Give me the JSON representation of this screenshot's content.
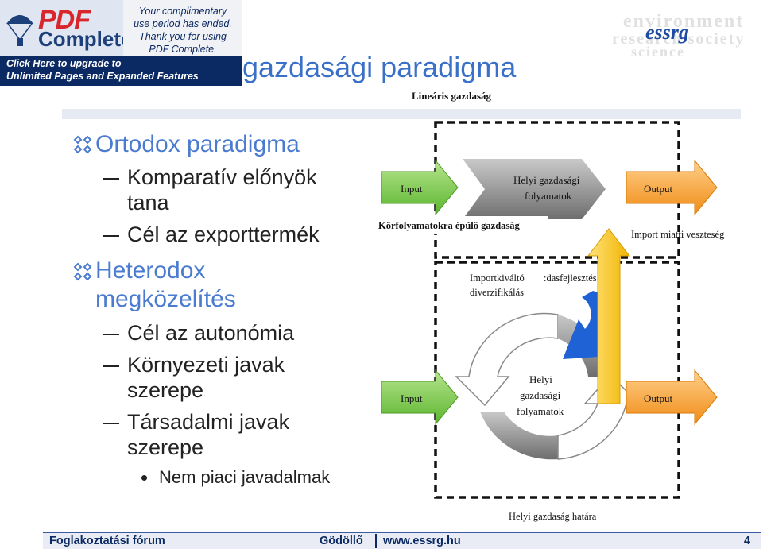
{
  "banner": {
    "logo_pdf": "PDF",
    "logo_complete": "Complete",
    "promo_line1": "Your complimentary",
    "promo_line2": "use period has ended.",
    "promo_line3": "Thank you for using",
    "promo_line4": "PDF Complete.",
    "upgrade_line1": "Click Here to upgrade to",
    "upgrade_line2": "Unlimited Pages and Expanded Features"
  },
  "header_logo": {
    "watermark_line1": "environment",
    "watermark_line2": "research society",
    "watermark_line3": "science",
    "brand": "essrg"
  },
  "slide": {
    "title": "gazdasági paradigma",
    "bullets": {
      "ortodox": "Ortodox paradigma",
      "komparativ_1": "Komparatív előnyök",
      "komparativ_2": "tana",
      "export": "Cél az exporttermék",
      "heterodox_1": "Heterodox",
      "heterodox_2": "megközelítés",
      "autonomia": "Cél az autonómia",
      "kornyezeti_1": "Környezeti javak",
      "kornyezeti_2": "szerepe",
      "tarsadalmi_1": "Társadalmi javak",
      "tarsadalmi_2": "szerepe",
      "nem_piaci": "Nem piaci javadalmak"
    }
  },
  "diagram": {
    "linear_title": "Lineáris gazdaság",
    "input_top": "Input",
    "local_processes_top_1": "Helyi gazdasági",
    "local_processes_top_2": "folyamatok",
    "output_top": "Output",
    "circular_title": "Körfolyamatokra épülő gazdaság",
    "import_loss": "Import miatti veszteség",
    "import_subst_1": "Importkiváltó",
    "import_subst_1b": ":dasfejlesztés",
    "import_subst_2": "diverzifikálás",
    "input_bottom": "Input",
    "local_processes_bottom_1": "Helyi",
    "local_processes_bottom_2": "gazdasági",
    "local_processes_bottom_3": "folyamatok",
    "output_bottom": "Output",
    "border_label": "Helyi gazdaság határa"
  },
  "footer": {
    "left": "Foglakoztatási fórum",
    "place": "Gödöllő",
    "url": "www.essrg.hu",
    "page": "4"
  },
  "colors": {
    "title_blue": "#3b70c9",
    "input_green": "#7ec94a",
    "output_orange": "#f5a623",
    "arrow_yellow": "#f7c21b",
    "recycle_blue": "#1f62d6",
    "banner_navy": "#1d3f7a"
  }
}
